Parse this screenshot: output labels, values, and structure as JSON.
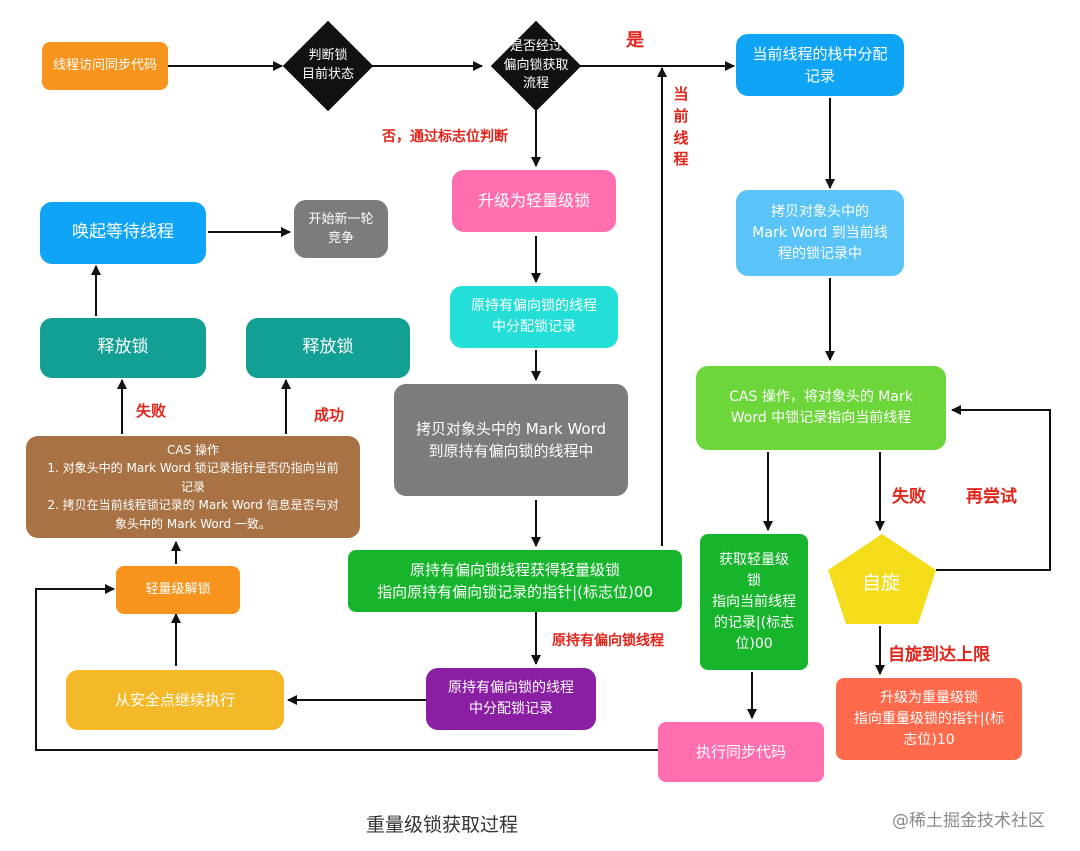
{
  "title": "重量级锁获取过程",
  "watermark": "@稀土掘金技术社区",
  "colors": {
    "orange": "#f7941d",
    "blue": "#0fa4f6",
    "lightblue": "#5ac3f8",
    "pink": "#ff6fb0",
    "cyan": "#23dfd7",
    "gray": "#7c7c7c",
    "green": "#17b52c",
    "lightgreen": "#6cd63a",
    "teal": "#12a095",
    "brown": "#a87244",
    "yellow": "#f3dd1b",
    "purple": "#8b1fa4",
    "amber": "#f3b929",
    "salmon": "#ff6a4d",
    "red_label": "#e0261c"
  },
  "nodes": {
    "start": "线程访问同步代码",
    "judge_lock_state": "判断锁\n目前状态",
    "biased_flow": "是否经过\n偏向锁获取\n流程",
    "alloc_record": "当前线程的栈中分配\n记录",
    "copy_markword_current": "拷贝对象头中的\nMark Word 到当前线\n程的锁记录中",
    "cas_current": "CAS 操作，将对象头的 Mark\nWord 中锁记录指向当前线程",
    "spin": "自旋",
    "upgrade_heavy": "升级为重量级锁\n指向重量级锁的指针|(标\n志位)10",
    "get_lightweight": "获取轻量级\n锁\n指向当前线程\n的记录|(标志\n位)00",
    "exec_sync": "执行同步代码",
    "upgrade_light": "升级为轻量级锁",
    "biased_alloc": "原持有偏向锁的线程\n中分配锁记录",
    "biased_copy": "拷贝对象头中的 Mark Word\n到原持有偏向锁的线程中",
    "biased_get_light": "原持有偏向锁线程获得轻量级锁\n指向原持有偏向锁记录的指针|(标志位)00",
    "biased_alloc2": "原持有偏向锁的线程\n中分配锁记录",
    "resume_safepoint": "从安全点继续执行",
    "light_unlock": "轻量级解锁",
    "cas_unlock": "CAS 操作\n1. 对象头中的 Mark Word 锁记录指针是否仍指向当前\n记录\n2. 拷贝在当前线程锁记录的 Mark Word 信息是否与对\n象头中的 Mark Word 一致。",
    "release_fail": "释放锁",
    "release_success": "释放锁",
    "wake_waiting": "唤起等待线程",
    "new_round": "开始新一轮\n竞争"
  },
  "labels": {
    "yes": "是",
    "no_check_flag": "否，通过标志位判断",
    "current_thread": "当前线程",
    "fail_cas": "失败",
    "retry": "再尝试",
    "spin_limit": "自旋到达上限",
    "biased_thread": "原持有偏向锁线程",
    "fail_unlock": "失败",
    "success_unlock": "成功"
  }
}
